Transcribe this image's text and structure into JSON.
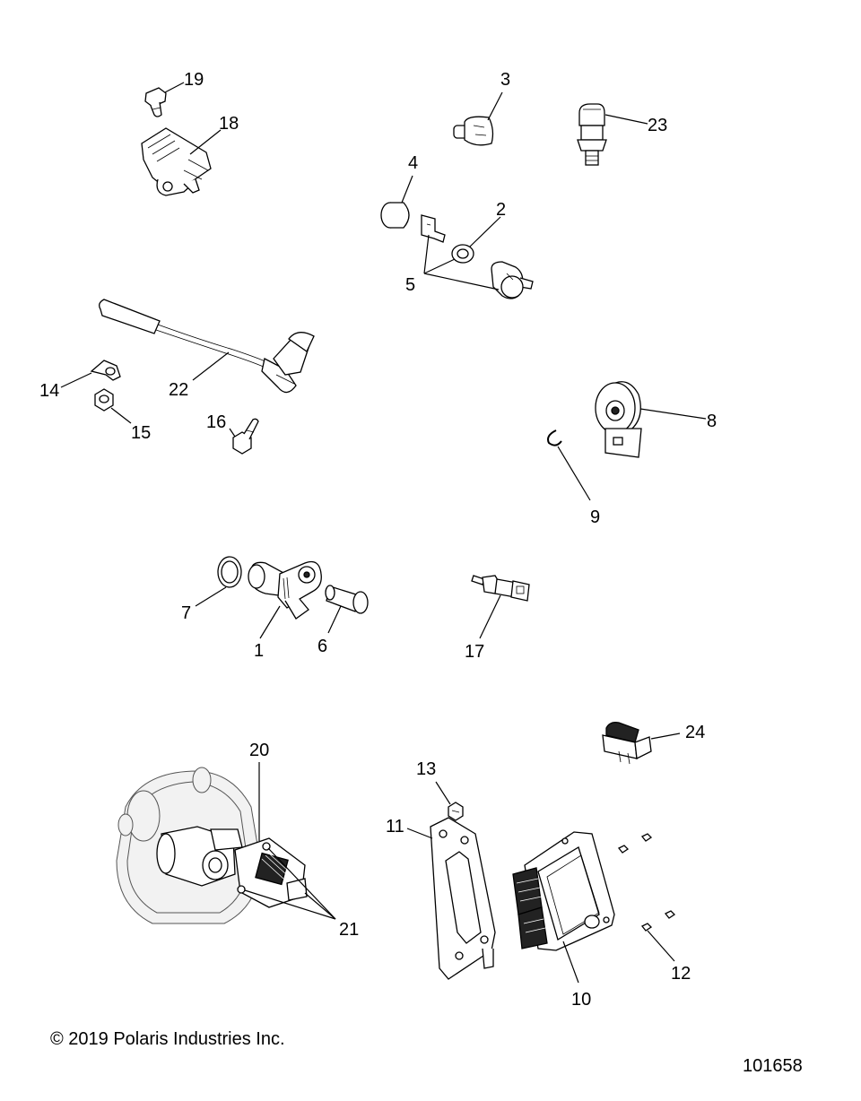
{
  "callouts": {
    "c1": "1",
    "c2": "2",
    "c3": "3",
    "c4": "4",
    "c5": "5",
    "c6": "6",
    "c7": "7",
    "c8": "8",
    "c9": "9",
    "c10": "10",
    "c11": "11",
    "c12": "12",
    "c13": "13",
    "c14": "14",
    "c15": "15",
    "c16": "16",
    "c17": "17",
    "c18": "18",
    "c19": "19",
    "c20": "20",
    "c21": "21",
    "c22": "22",
    "c23": "23",
    "c24": "24"
  },
  "footer": {
    "copyright": "© 2019 Polaris Industries Inc.",
    "figure_id": "101658"
  }
}
